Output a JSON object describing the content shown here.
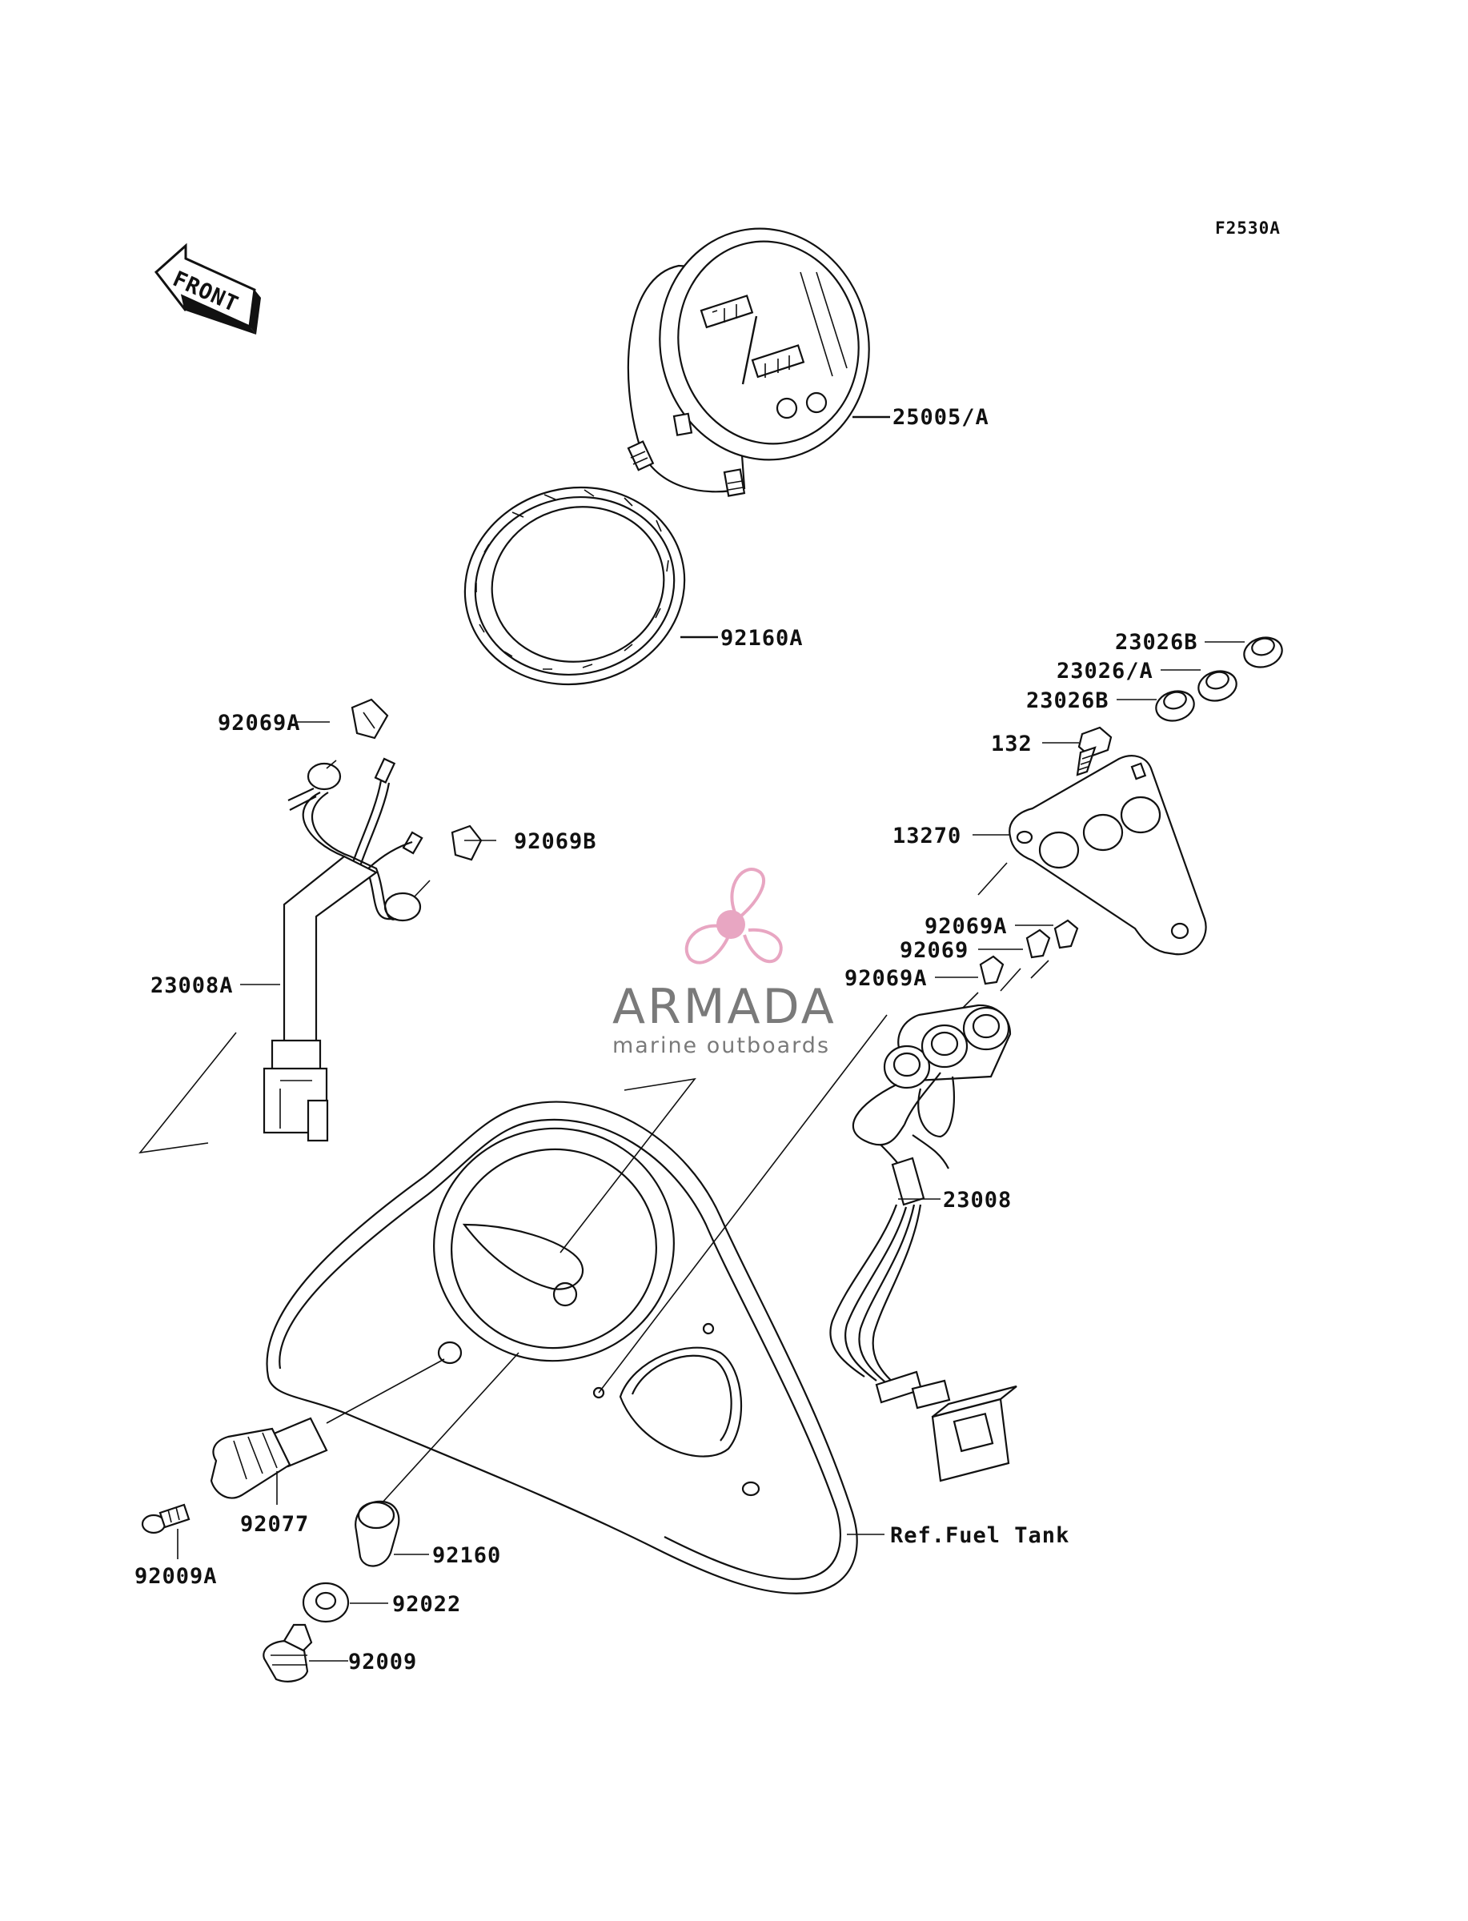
{
  "diagram": {
    "code": "F2530A",
    "front_label": "FRONT",
    "parts": {
      "meter_assy": "25005/A",
      "meter_ring": "92160A",
      "bulb_a_left": "92069A",
      "bulb_b": "92069B",
      "harness_a": "23008A",
      "lamp_b_top": "23026B",
      "lamp_a": "23026/A",
      "lamp_b_bottom": "23026B",
      "bolt_132": "132",
      "bracket": "13270",
      "bulb_a_right_top": "92069A",
      "bulb_right_mid": "92069",
      "bulb_a_right_bottom": "92069A",
      "harness": "23008",
      "fuel_tank_ref": "Ref.Fuel Tank",
      "knob": "92077",
      "screw": "92009A",
      "grommet": "92160",
      "washer": "92022",
      "bolt": "92009"
    },
    "watermark": {
      "brand": "ARMADA",
      "tagline": "marine outboards",
      "accent_color": "#e8a6c2",
      "text_color": "#7a7a7a"
    }
  }
}
